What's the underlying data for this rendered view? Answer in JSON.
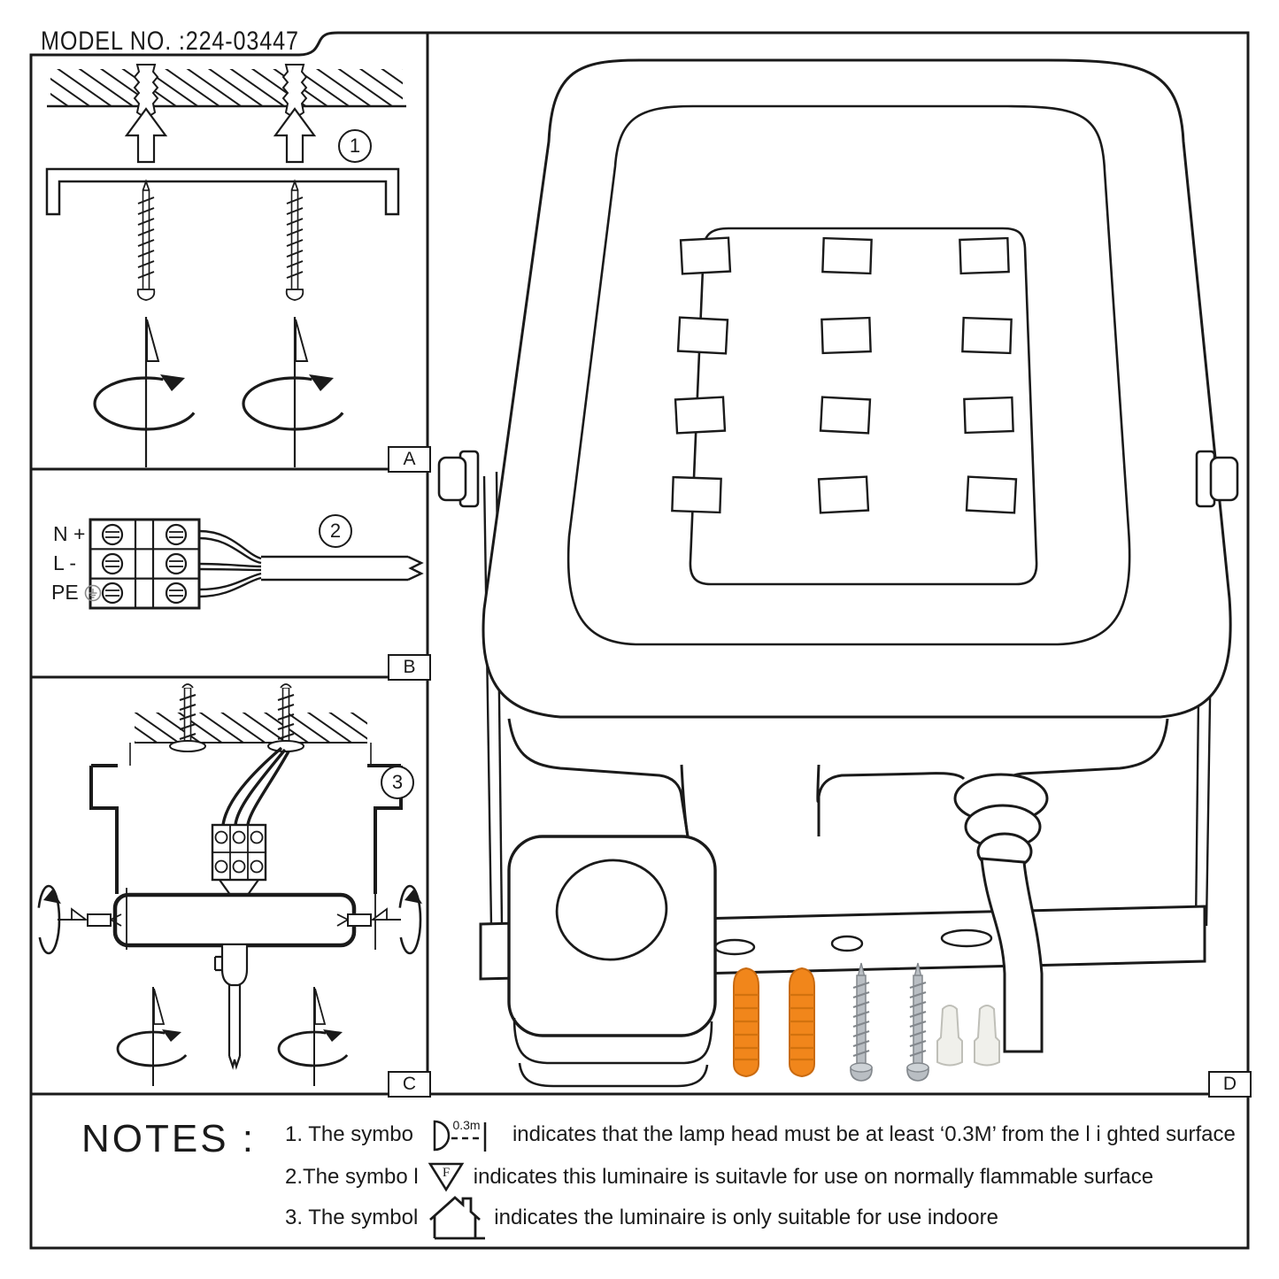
{
  "title_plate": {
    "model_label": "MODEL NO. :224-03447"
  },
  "panel_a": {
    "step_number": "1",
    "label": "A"
  },
  "panel_b": {
    "step_number": "2",
    "label": "B",
    "terminals": [
      "N +",
      "L -",
      "PE"
    ]
  },
  "panel_c": {
    "step_number": "3",
    "label": "C"
  },
  "panel_d": {
    "label": "D"
  },
  "hardware": {
    "items": [
      "wall plug x2",
      "screw x2",
      "wire nut x2"
    ],
    "anchor_color": "#F1861B",
    "screw_color": "#B9BEC3",
    "wire_nut_color": "#F0F0EB"
  },
  "colors": {
    "line": "#1a1a1a",
    "background": "#ffffff"
  },
  "notes": {
    "heading": "NOTES :",
    "items": [
      {
        "prefix": "1. The symbo",
        "symbol": "min-distance-icon",
        "symbol_label": "0.3m",
        "text": "indicates that the lamp head must be at least ‘0.3M’ from the l i ghted surface"
      },
      {
        "prefix": "2.The symbo l",
        "symbol": "flammable-surface-f-icon",
        "symbol_label": "F",
        "text": "indicates this luminaire is suitavle for use on normally flammable surface"
      },
      {
        "prefix": "3. The symbol",
        "symbol": "indoor-use-house-icon",
        "symbol_label": "",
        "text": "indicates the luminaire is only suitable for use indoore"
      }
    ]
  }
}
